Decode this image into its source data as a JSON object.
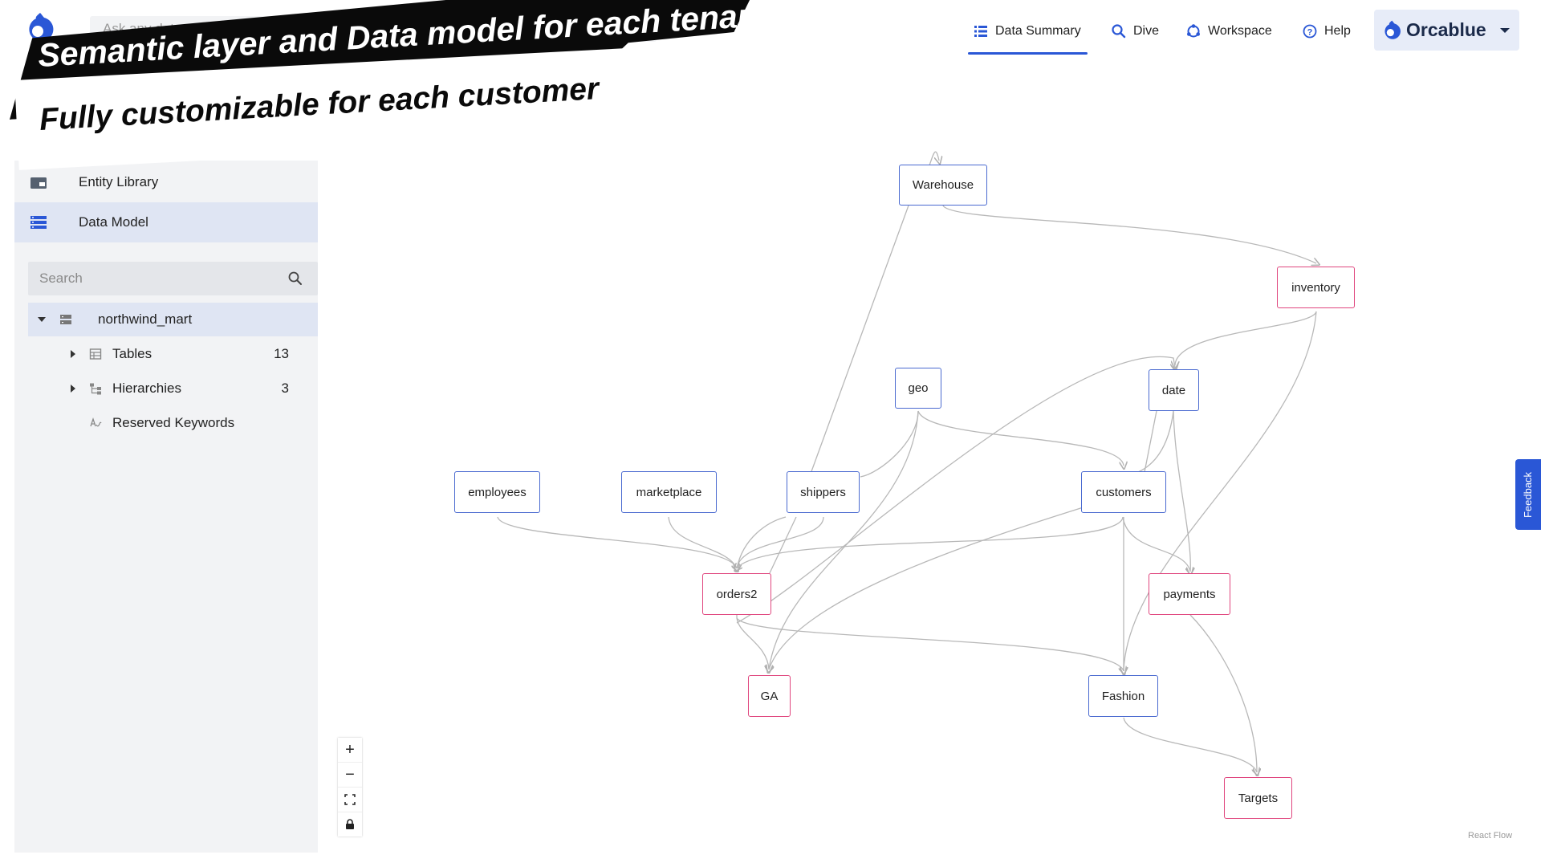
{
  "header": {
    "search_placeholder": "Ask any data question",
    "nav": [
      {
        "label": "Data Summary",
        "icon": "list-icon",
        "active": true
      },
      {
        "label": "Dive",
        "icon": "search-icon",
        "active": false
      },
      {
        "label": "Workspace",
        "icon": "workspace-icon",
        "active": false
      },
      {
        "label": "Help",
        "icon": "help-circle-icon",
        "active": false
      }
    ],
    "tenant": {
      "name": "Orcablue",
      "icon": "chevron-down-icon"
    }
  },
  "banner": {
    "line1": "Semantic layer and Data model for each tenant",
    "line2": "Fully customizable for each customer"
  },
  "sidebar": {
    "items": [
      {
        "label": "Entity Library",
        "icon": "folder-icon",
        "active": false
      },
      {
        "label": "Data Model",
        "icon": "data-model-icon",
        "active": true
      }
    ],
    "search_placeholder": "Search",
    "tree": {
      "root": {
        "label": "northwind_mart",
        "expanded": true
      },
      "children": [
        {
          "label": "Tables",
          "count": "13",
          "icon": "table-icon"
        },
        {
          "label": "Hierarchies",
          "count": "3",
          "icon": "hierarchy-icon"
        },
        {
          "label": "Reserved Keywords",
          "count": "",
          "icon": "keyword-icon"
        }
      ]
    }
  },
  "graph": {
    "nodes": [
      {
        "id": "warehouse",
        "label": "Warehouse",
        "kind": "blue"
      },
      {
        "id": "inventory",
        "label": "inventory",
        "kind": "pink"
      },
      {
        "id": "geo",
        "label": "geo",
        "kind": "blue"
      },
      {
        "id": "date",
        "label": "date",
        "kind": "blue"
      },
      {
        "id": "employees",
        "label": "employees",
        "kind": "blue"
      },
      {
        "id": "marketplace",
        "label": "marketplace",
        "kind": "blue"
      },
      {
        "id": "shippers",
        "label": "shippers",
        "kind": "blue"
      },
      {
        "id": "customers",
        "label": "customers",
        "kind": "blue"
      },
      {
        "id": "orders2",
        "label": "orders2",
        "kind": "pink"
      },
      {
        "id": "payments",
        "label": "payments",
        "kind": "pink"
      },
      {
        "id": "ga",
        "label": "GA",
        "kind": "pink"
      },
      {
        "id": "fashion",
        "label": "Fashion",
        "kind": "blue"
      },
      {
        "id": "targets",
        "label": "Targets",
        "kind": "pink"
      }
    ],
    "colors": {
      "blue_border": "#4a6ad0",
      "pink_border": "#e0467e",
      "edge": "#b8b8b8"
    },
    "attribution": "React Flow"
  },
  "controls": [
    {
      "label": "+",
      "icon": "zoom-in-icon"
    },
    {
      "label": "−",
      "icon": "zoom-out-icon"
    },
    {
      "label": "",
      "icon": "fit-view-icon"
    },
    {
      "label": "",
      "icon": "lock-icon"
    }
  ],
  "feedback": {
    "label": "Feedback"
  }
}
